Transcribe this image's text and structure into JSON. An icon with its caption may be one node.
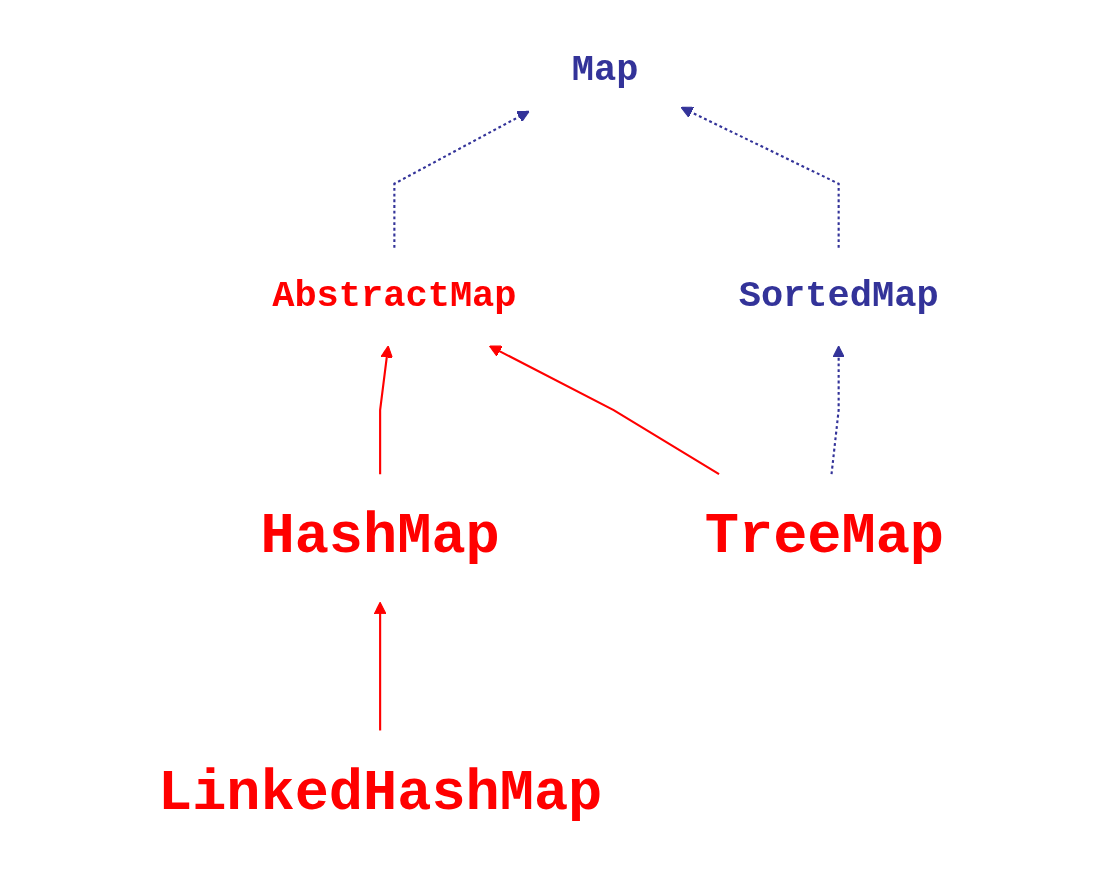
{
  "diagram": {
    "nodes": [
      {
        "text": [
          "Map"
        ]
      },
      {
        "text": [
          "SortedMap"
        ]
      },
      {
        "text": [
          "AbstractMap"
        ]
      },
      {
        "text": [
          "HashMap"
        ]
      },
      {
        "text": [
          "TreeMap"
        ]
      },
      {
        "text": [
          "LinkedHashMap"
        ]
      }
    ],
    "edges": [
      {
        "from": 2,
        "to": 0,
        "arrow": "to",
        "style": "dashed",
        "color": "#333399"
      },
      {
        "from": 1,
        "to": 0,
        "arrow": "to",
        "style": "dashed",
        "color": "#333399"
      },
      {
        "from": 4,
        "to": 1,
        "arrow": "to",
        "style": "dashed",
        "color": "#333399"
      },
      {
        "from": 3,
        "to": 2,
        "arrow": "to",
        "color": "#ff0000"
      },
      {
        "from": 4,
        "to": 2,
        "arrow": "to",
        "color": "#ff0000"
      },
      {
        "from": 5,
        "to": 3,
        "arrow": "to",
        "color": "#ff0000"
      }
    ]
  }
}
